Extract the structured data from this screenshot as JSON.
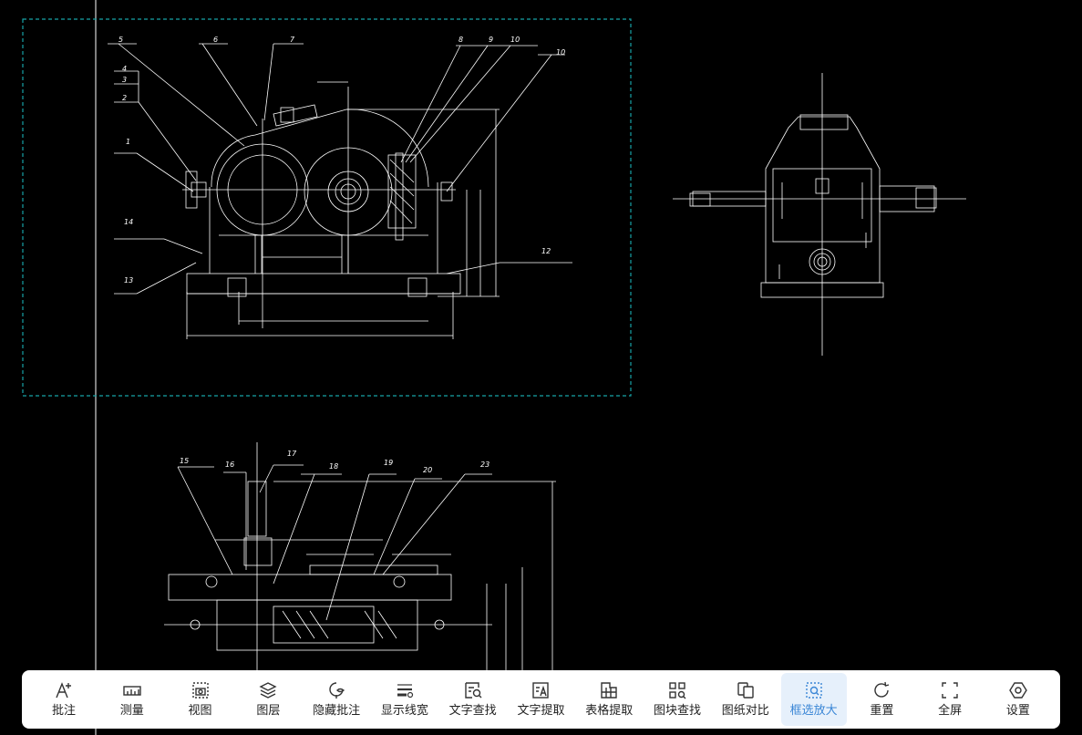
{
  "canvas": {
    "background": "#000000",
    "selection_color": "#17a2a6",
    "line_color": "#ffffff"
  },
  "drawing_labels": {
    "front": [
      "5",
      "6",
      "7",
      "8",
      "9",
      "10",
      "10",
      "4",
      "3",
      "2",
      "1",
      "14",
      "13",
      "12"
    ],
    "plan": [
      "15",
      "16",
      "17",
      "18",
      "19",
      "20",
      "23"
    ]
  },
  "toolbar": {
    "active_color": "#3a86d6",
    "items": [
      {
        "label": "批注",
        "icon": "annotate-icon"
      },
      {
        "label": "测量",
        "icon": "ruler-icon"
      },
      {
        "label": "视图",
        "icon": "camera-view-icon"
      },
      {
        "label": "图层",
        "icon": "layers-icon"
      },
      {
        "label": "隐藏批注",
        "icon": "hide-annotation-icon"
      },
      {
        "label": "显示线宽",
        "icon": "line-width-icon"
      },
      {
        "label": "文字查找",
        "icon": "text-search-icon"
      },
      {
        "label": "文字提取",
        "icon": "text-extract-icon"
      },
      {
        "label": "表格提取",
        "icon": "table-extract-icon"
      },
      {
        "label": "图块查找",
        "icon": "block-search-icon"
      },
      {
        "label": "图纸对比",
        "icon": "compare-icon"
      },
      {
        "label": "框选放大",
        "icon": "box-zoom-icon",
        "active": true
      },
      {
        "label": "重置",
        "icon": "reset-icon"
      },
      {
        "label": "全屏",
        "icon": "fullscreen-icon"
      },
      {
        "label": "设置",
        "icon": "settings-icon"
      }
    ]
  }
}
